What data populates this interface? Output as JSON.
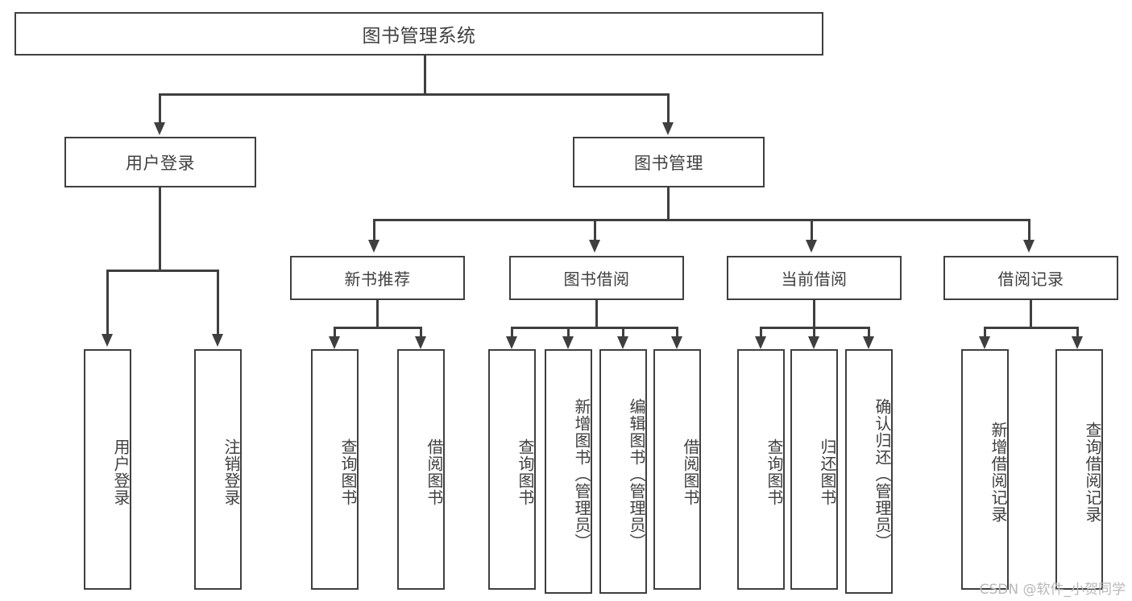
{
  "diagram": {
    "title": "图书管理系统",
    "type": "tree",
    "watermark": "CSDN @软件_小贺同学",
    "colors": {
      "border": "#3f3f3f",
      "text": "#404040",
      "background": "#ffffff",
      "watermark": "#b8b8b8"
    },
    "root": {
      "label": "图书管理系统"
    },
    "level1": [
      {
        "label": "用户登录"
      },
      {
        "label": "图书管理"
      }
    ],
    "level2": [
      {
        "label": "新书推荐"
      },
      {
        "label": "图书借阅"
      },
      {
        "label": "当前借阅"
      },
      {
        "label": "借阅记录"
      }
    ],
    "leaves": {
      "user_login": [
        {
          "label": "用户登录"
        },
        {
          "label": "注销登录"
        }
      ],
      "new_book_recommend": [
        {
          "label": "查询图书"
        },
        {
          "label": "借阅图书"
        }
      ],
      "book_borrow": [
        {
          "label": "查询图书"
        },
        {
          "label": "新增图书（管理员）"
        },
        {
          "label": "编辑图书（管理员）"
        },
        {
          "label": "借阅图书"
        }
      ],
      "current_borrow": [
        {
          "label": "查询图书"
        },
        {
          "label": "归还图书"
        },
        {
          "label": "确认归还（管理员）"
        }
      ],
      "borrow_record": [
        {
          "label": "新增借阅记录"
        },
        {
          "label": "查询借阅记录"
        }
      ]
    }
  }
}
